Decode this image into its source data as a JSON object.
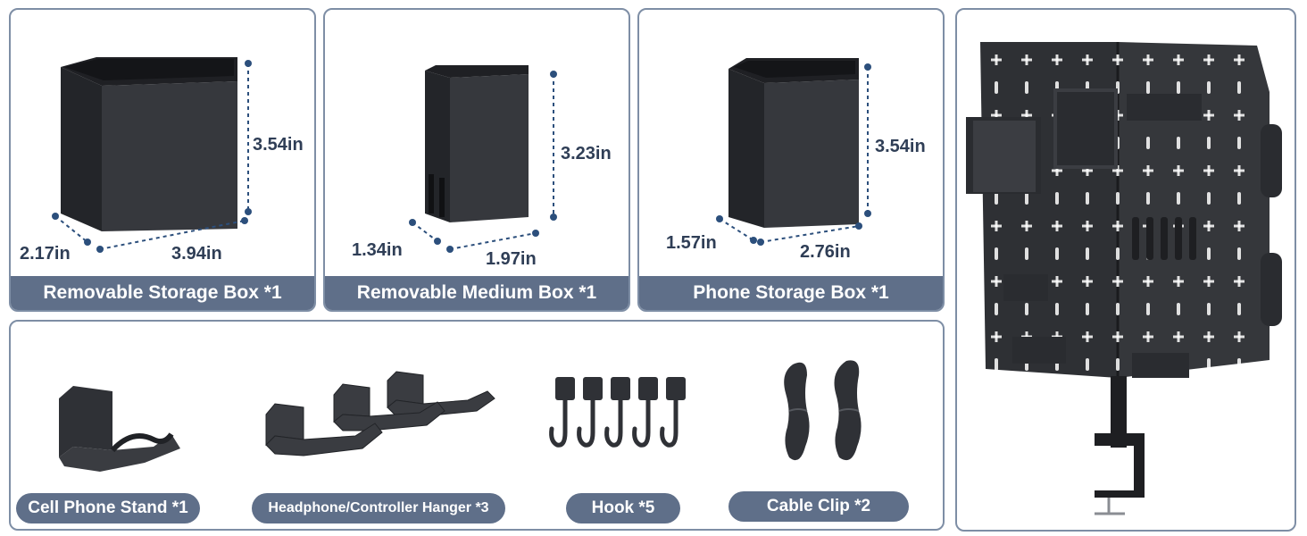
{
  "boxes": [
    {
      "label": "Removable Storage Box *1",
      "height": "3.54in",
      "depth": "2.17in",
      "width": "3.94in"
    },
    {
      "label": "Removable Medium Box *1",
      "height": "3.23in",
      "depth": "1.34in",
      "width": "1.97in"
    },
    {
      "label": "Phone Storage Box *1",
      "height": "3.54in",
      "depth": "1.57in",
      "width": "2.76in"
    }
  ],
  "accessories": [
    {
      "label": "Cell Phone Stand *1"
    },
    {
      "label": "Headphone/Controller Hanger *3"
    },
    {
      "label": "Hook *5"
    },
    {
      "label": "Cable Clip *2"
    }
  ],
  "colors": {
    "border": "#7e8ea5",
    "label_bg": "#5f6f89",
    "dimension_text": "#2f3e56",
    "dimension_line": "#2c4f7c",
    "product": "#2f3136"
  }
}
